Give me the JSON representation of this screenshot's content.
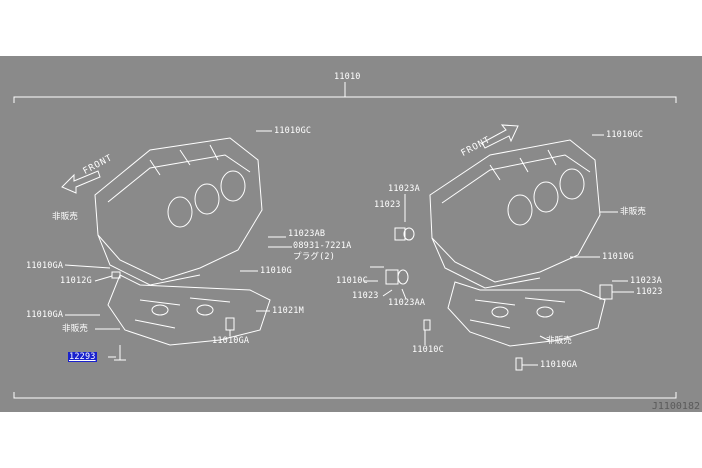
{
  "diagram": {
    "top_label": "11010",
    "footer_code": "J1100182",
    "front_label": "FRONT",
    "colors": {
      "background": "#8a8a8a",
      "line": "#ffffff",
      "highlight": "#1a22cc"
    },
    "left_assembly": {
      "labels": [
        "11010GC",
        "非販売",
        "11023AB",
        "08931-7221A",
        "プラグ(2)",
        "11010GA",
        "11010G",
        "11012G",
        "11010GA",
        "11021M",
        "非販売",
        "11010GA",
        "12293"
      ],
      "highlighted": "12293"
    },
    "right_assembly": {
      "labels": [
        "11010GC",
        "11023A",
        "11023",
        "非販売",
        "11010G",
        "11010C",
        "11023",
        "11023AA",
        "11023A",
        "11023",
        "11010C",
        "非販売",
        "11010GA"
      ]
    }
  }
}
